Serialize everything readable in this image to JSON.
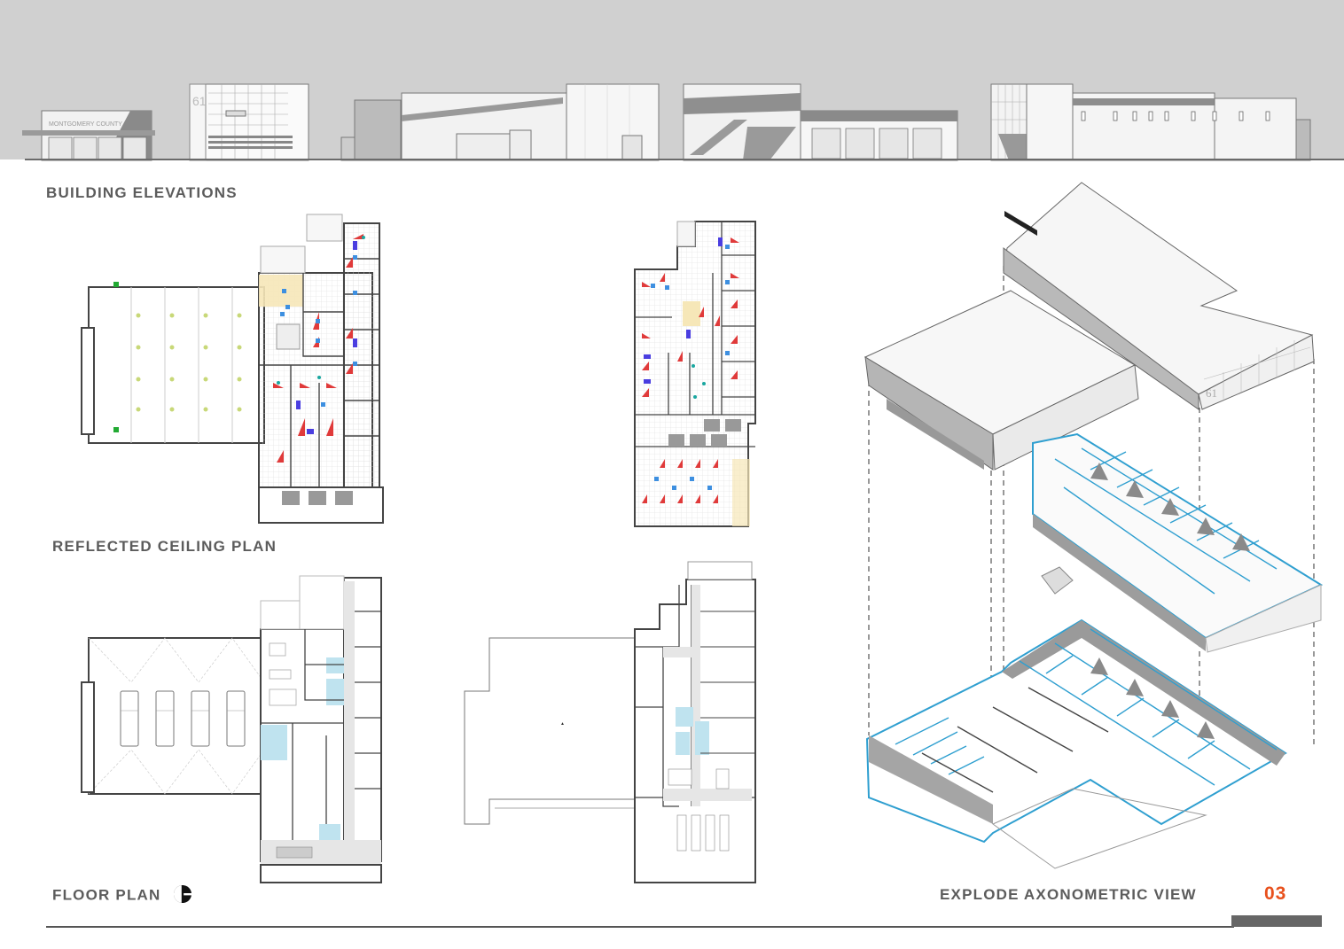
{
  "sheet": {
    "page_number": "03",
    "accent_color": "#e8501c",
    "label_color": "#5c5c5c",
    "highlight_blue": "#2f9fd0",
    "wet_room_blue": "#bfe3ef",
    "sky_gray": "#d0d0d0"
  },
  "sections": {
    "elevations": {
      "title": "BUILDING ELEVATIONS",
      "signage_text": "MONTGOMERY COUNTY",
      "station_number": "61",
      "views": [
        "elevation-1",
        "elevation-2",
        "elevation-3",
        "elevation-4"
      ]
    },
    "ceiling_plan": {
      "title": "REFLECTED CEILING PLAN",
      "levels": [
        "level-1",
        "level-2"
      ]
    },
    "floor_plan": {
      "title": "FLOOR PLAN",
      "north_arrow": "north-arrow-icon",
      "levels": [
        "level-1",
        "level-2"
      ],
      "apparatus_bays": 4
    },
    "axonometric": {
      "title": "EXPLODE AXONOMETRIC VIEW",
      "station_number": "61",
      "layers": [
        "roof",
        "level-2",
        "level-1"
      ]
    }
  }
}
